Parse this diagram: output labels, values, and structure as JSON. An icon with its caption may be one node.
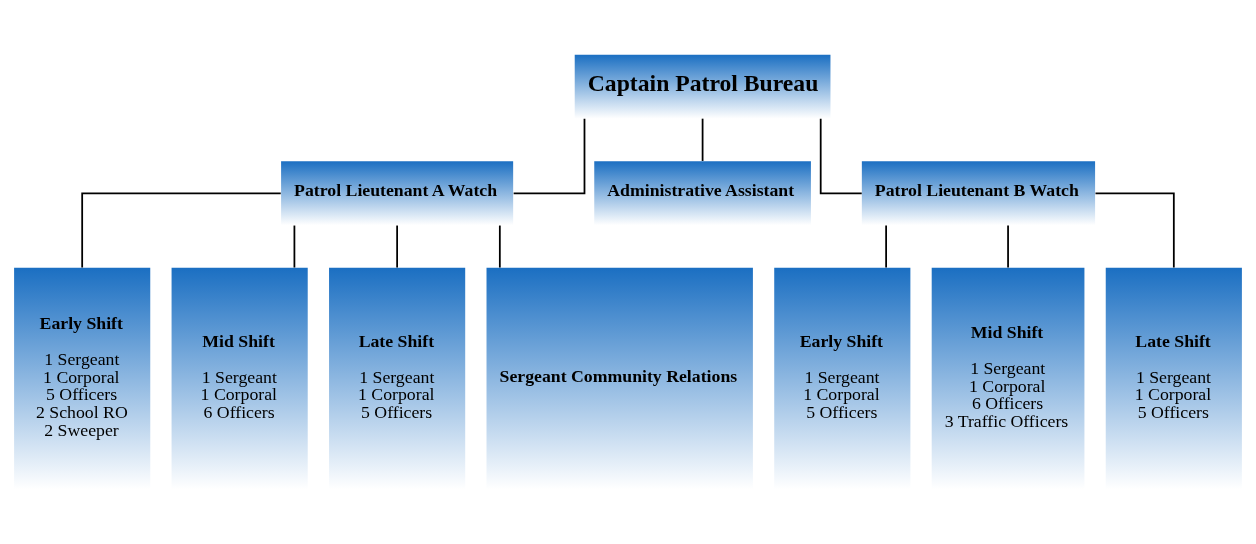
{
  "diagram": {
    "nodes": [
      {
        "text": [
          "Captain Patrol Bureau"
        ]
      },
      {
        "text": [
          "Patrol Lieutenant A Watch"
        ]
      },
      {
        "text": [
          "Administrative Assistant"
        ]
      },
      {
        "text": [
          "Patrol Lieutenant B Watch"
        ]
      },
      {
        "text": [
          "Early Shift",
          "1 Sergeant 1 Corporal 5 Officers 2 School RO 2 Sweeper"
        ]
      },
      {
        "text": [
          "Mid Shift",
          "1 Sergeant 1 Corporal 6 Officers"
        ]
      },
      {
        "text": [
          "Late Shift",
          "1 Sergeant 1 Corporal 5 Officers"
        ]
      },
      {
        "text": [
          "Sergeant Community Relations"
        ]
      },
      {
        "text": [
          "Early Shift",
          "1 Sergeant 1 Corporal 5 Officers"
        ]
      },
      {
        "text": [
          "Mid Shift",
          "1 Sergeant 1 Corporal 6 Officers 3 Traffic Officers"
        ]
      },
      {
        "text": [
          "Late Shift",
          "1 Sergeant 1 Corporal 5 Officers"
        ]
      }
    ],
    "edges": [
      {
        "from": 0,
        "to": 1,
        "arrow": "none"
      },
      {
        "from": 0,
        "to": 2,
        "arrow": "none"
      },
      {
        "from": 0,
        "to": 3,
        "arrow": "none"
      },
      {
        "from": 1,
        "to": 4,
        "arrow": "none"
      },
      {
        "from": 1,
        "to": 5,
        "arrow": "none"
      },
      {
        "from": 1,
        "to": 6,
        "arrow": "none"
      },
      {
        "from": 1,
        "to": 7,
        "arrow": "none"
      },
      {
        "from": 3,
        "to": 8,
        "arrow": "none"
      },
      {
        "from": 3,
        "to": 9,
        "arrow": "none"
      },
      {
        "from": 3,
        "to": 10,
        "arrow": "none"
      }
    ]
  }
}
